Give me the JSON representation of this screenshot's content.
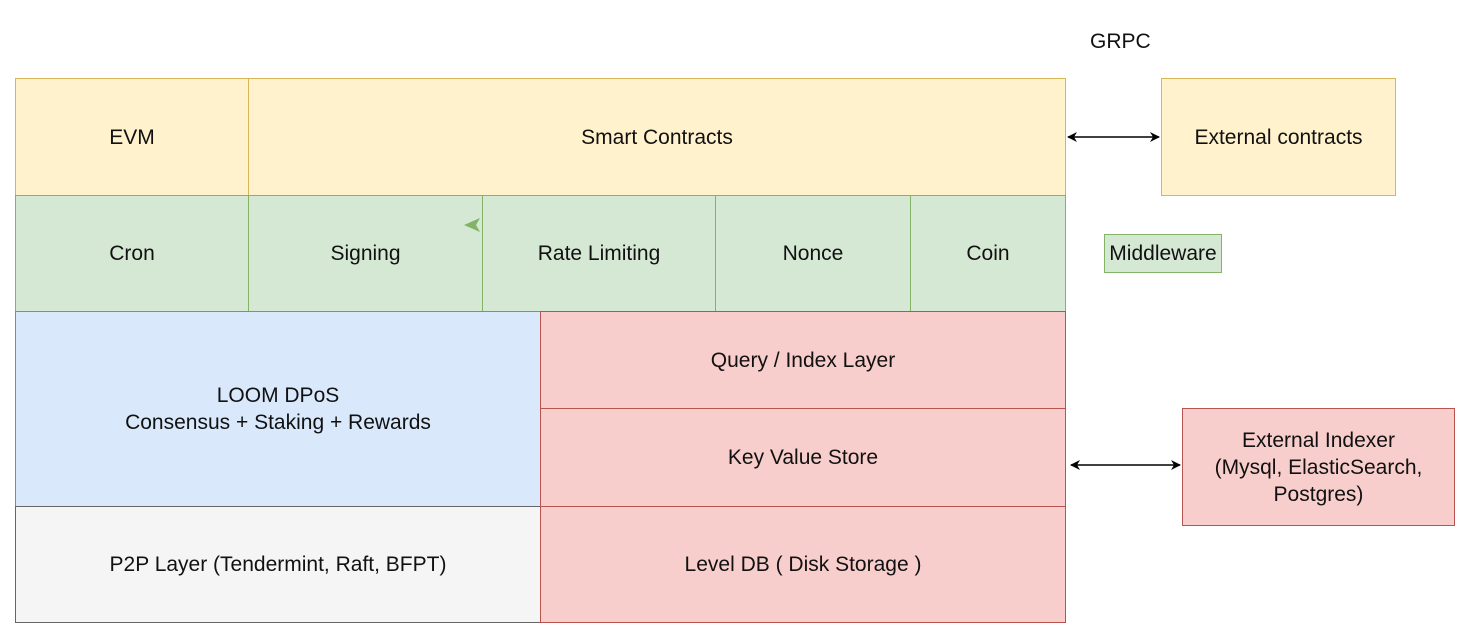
{
  "labels": {
    "grpc": "GRPC",
    "evm": "EVM",
    "smart_contracts": "Smart Contracts",
    "external_contracts": "External contracts",
    "cron": "Cron",
    "signing": "Signing",
    "rate_limiting": "Rate Limiting",
    "nonce": "Nonce",
    "coin": "Coin",
    "middleware": "Middleware",
    "loom_dpos": "LOOM DPoS\nConsensus + Staking + Rewards",
    "query_index": "Query / Index Layer",
    "key_value_store": "Key Value Store",
    "external_indexer": "External Indexer\n(Mysql, ElasticSearch,\nPostgres)",
    "p2p_layer": "P2P Layer (Tendermint, Raft, BFPT)",
    "level_db": "Level DB ( Disk Storage )"
  },
  "colors": {
    "yellow_fill": "#fff2cc",
    "yellow_stroke": "#d6b656",
    "green_fill": "#d5e8d4",
    "green_stroke": "#82b366",
    "blue_fill": "#dae8fc",
    "blue_stroke": "#6c8ebf",
    "red_fill": "#f8cecc",
    "red_stroke": "#b85450",
    "grey_fill": "#f5f5f5",
    "grey_stroke": "#666666"
  },
  "connectors": [
    {
      "from": "smart-contracts-box",
      "to": "external-contracts-box",
      "style": "bidirectional-arrow"
    },
    {
      "from": "key-value-store-box",
      "to": "external-indexer-box",
      "style": "bidirectional-arrow"
    }
  ]
}
